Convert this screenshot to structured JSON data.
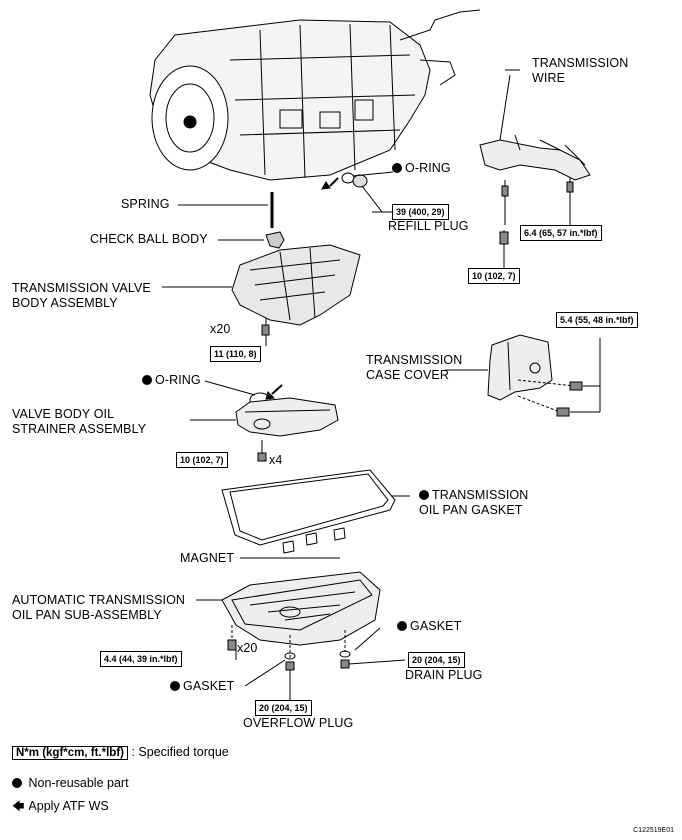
{
  "parts": {
    "transmission_wire": "TRANSMISSION\nWIRE",
    "o_ring_top": "O-RING",
    "spring": "SPRING",
    "check_ball_body": "CHECK BALL BODY",
    "refill_plug": "REFILL PLUG",
    "valve_body_assembly": "TRANSMISSION VALVE\nBODY ASSEMBLY",
    "case_cover": "TRANSMISSION\nCASE COVER",
    "o_ring_mid": "O-RING",
    "strainer": "VALVE BODY OIL\nSTRAINER ASSEMBLY",
    "pan_gasket": "TRANSMISSION\nOIL PAN GASKET",
    "magnet": "MAGNET",
    "oil_pan": "AUTOMATIC TRANSMISSION\nOIL PAN SUB-ASSEMBLY",
    "gasket_right": "GASKET",
    "drain_plug": "DRAIN PLUG",
    "gasket_left": "GASKET",
    "overflow_plug": "OVERFLOW PLUG"
  },
  "torques": {
    "refill_plug": "39 (400, 29)",
    "wire_upper": "6.4 (65, 57 in.*lbf)",
    "wire_lower": "10 (102, 7)",
    "valve_body": "11 (110, 8)",
    "case_cover": "5.4 (55, 48 in.*lbf)",
    "strainer": "10 (102, 7)",
    "pan_bolts": "4.4 (44, 39 in.*lbf)",
    "drain_plug": "20 (204, 15)",
    "overflow_plug": "20 (204, 15)"
  },
  "quantities": {
    "valve_body_bolts": "x20",
    "strainer_bolts": "x4",
    "pan_bolts": "x20"
  },
  "legend": {
    "torque_units": "N*m (kgf*cm, ft.*lbf)",
    "torque_desc": ": Specified torque",
    "non_reusable": "Non-reusable part",
    "apply_atf": "Apply ATF WS"
  },
  "figure_code": "C122519E01"
}
